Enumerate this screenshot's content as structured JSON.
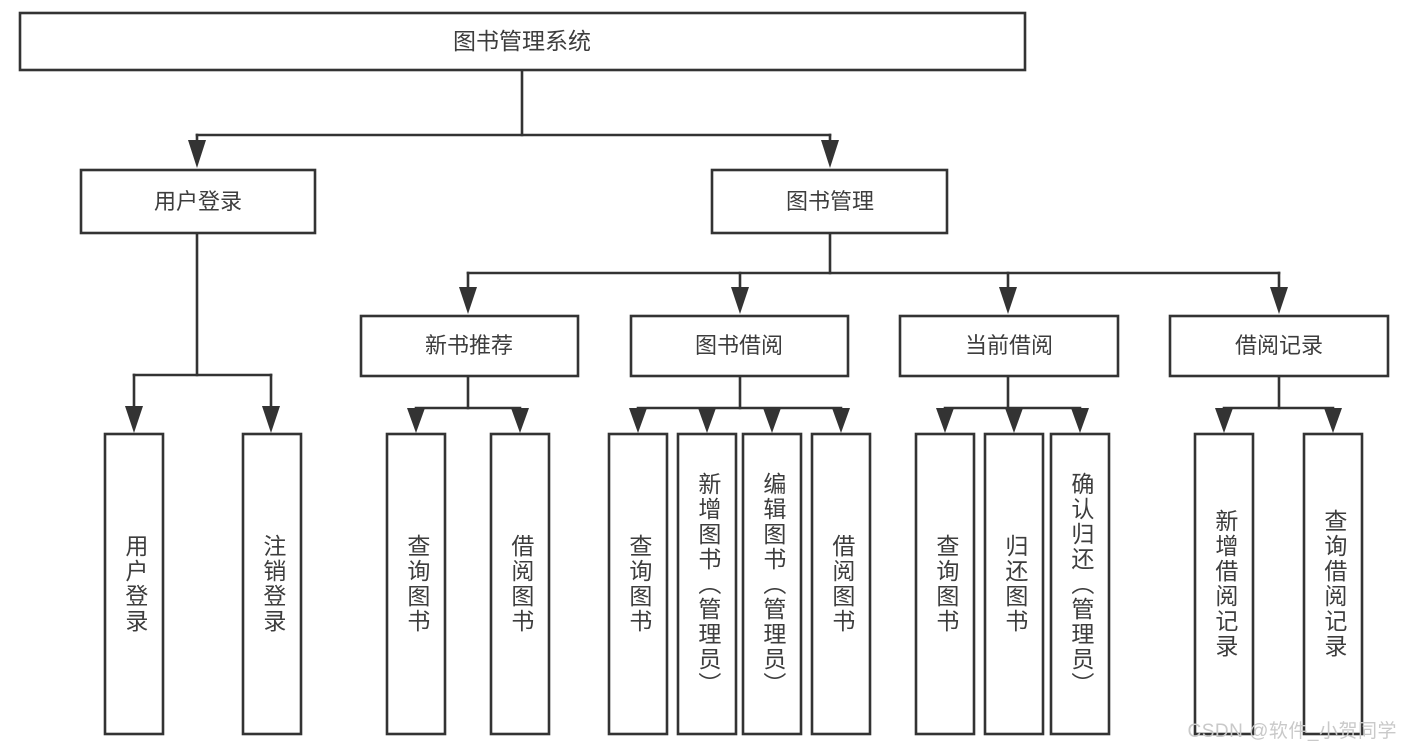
{
  "diagram": {
    "type": "tree-hierarchy",
    "title": "图书管理系统",
    "watermark": "CSDN @软件_小贺同学",
    "colors": {
      "box_stroke": "#333333",
      "box_fill": "#ffffff",
      "text": "#3d3d3d",
      "background": "#ffffff",
      "watermark": "#c9c9c9"
    },
    "levels": {
      "level1": [
        "图书管理系统"
      ],
      "level2": [
        "用户登录",
        "图书管理"
      ],
      "level3": [
        "新书推荐",
        "图书借阅",
        "当前借阅",
        "借阅记录"
      ],
      "level4": [
        "用户登录",
        "注销登录",
        "查询图书",
        "借阅图书",
        "查询图书",
        "新增图书（管理员）",
        "编辑图书（管理员）",
        "借阅图书",
        "查询图书",
        "归还图书",
        "确认归还（管理员）",
        "新增借阅记录",
        "查询借阅记录"
      ]
    },
    "nodes": {
      "root": {
        "label": "图书管理系统"
      },
      "user_login": {
        "label": "用户登录"
      },
      "book_manage": {
        "label": "图书管理"
      },
      "new_book_rec": {
        "label": "新书推荐"
      },
      "book_borrow": {
        "label": "图书借阅"
      },
      "current_borrow": {
        "label": "当前借阅"
      },
      "borrow_record": {
        "label": "借阅记录"
      },
      "leaf_user_login": {
        "label": "用户登录"
      },
      "leaf_logout": {
        "label": "注销登录"
      },
      "leaf_query_book_a": {
        "label": "查询图书"
      },
      "leaf_borrow_book_a": {
        "label": "借阅图书"
      },
      "leaf_query_book_b": {
        "label": "查询图书"
      },
      "leaf_add_book": {
        "label": "新增图书（管理员）"
      },
      "leaf_edit_book": {
        "label": "编辑图书（管理员）"
      },
      "leaf_borrow_book_b": {
        "label": "借阅图书"
      },
      "leaf_query_book_c": {
        "label": "查询图书"
      },
      "leaf_return_book": {
        "label": "归还图书"
      },
      "leaf_confirm_return": {
        "label": "确认归还（管理员）"
      },
      "leaf_add_record": {
        "label": "新增借阅记录"
      },
      "leaf_query_record": {
        "label": "查询借阅记录"
      }
    },
    "edges": [
      {
        "from": "root",
        "to": "user_login"
      },
      {
        "from": "root",
        "to": "book_manage"
      },
      {
        "from": "user_login",
        "to": "leaf_user_login"
      },
      {
        "from": "user_login",
        "to": "leaf_logout"
      },
      {
        "from": "book_manage",
        "to": "new_book_rec"
      },
      {
        "from": "book_manage",
        "to": "book_borrow"
      },
      {
        "from": "book_manage",
        "to": "current_borrow"
      },
      {
        "from": "book_manage",
        "to": "borrow_record"
      },
      {
        "from": "new_book_rec",
        "to": "leaf_query_book_a"
      },
      {
        "from": "new_book_rec",
        "to": "leaf_borrow_book_a"
      },
      {
        "from": "book_borrow",
        "to": "leaf_query_book_b"
      },
      {
        "from": "book_borrow",
        "to": "leaf_add_book"
      },
      {
        "from": "book_borrow",
        "to": "leaf_edit_book"
      },
      {
        "from": "book_borrow",
        "to": "leaf_borrow_book_b"
      },
      {
        "from": "current_borrow",
        "to": "leaf_query_book_c"
      },
      {
        "from": "current_borrow",
        "to": "leaf_return_book"
      },
      {
        "from": "current_borrow",
        "to": "leaf_confirm_return"
      },
      {
        "from": "borrow_record",
        "to": "leaf_add_record"
      },
      {
        "from": "borrow_record",
        "to": "leaf_query_record"
      }
    ]
  }
}
